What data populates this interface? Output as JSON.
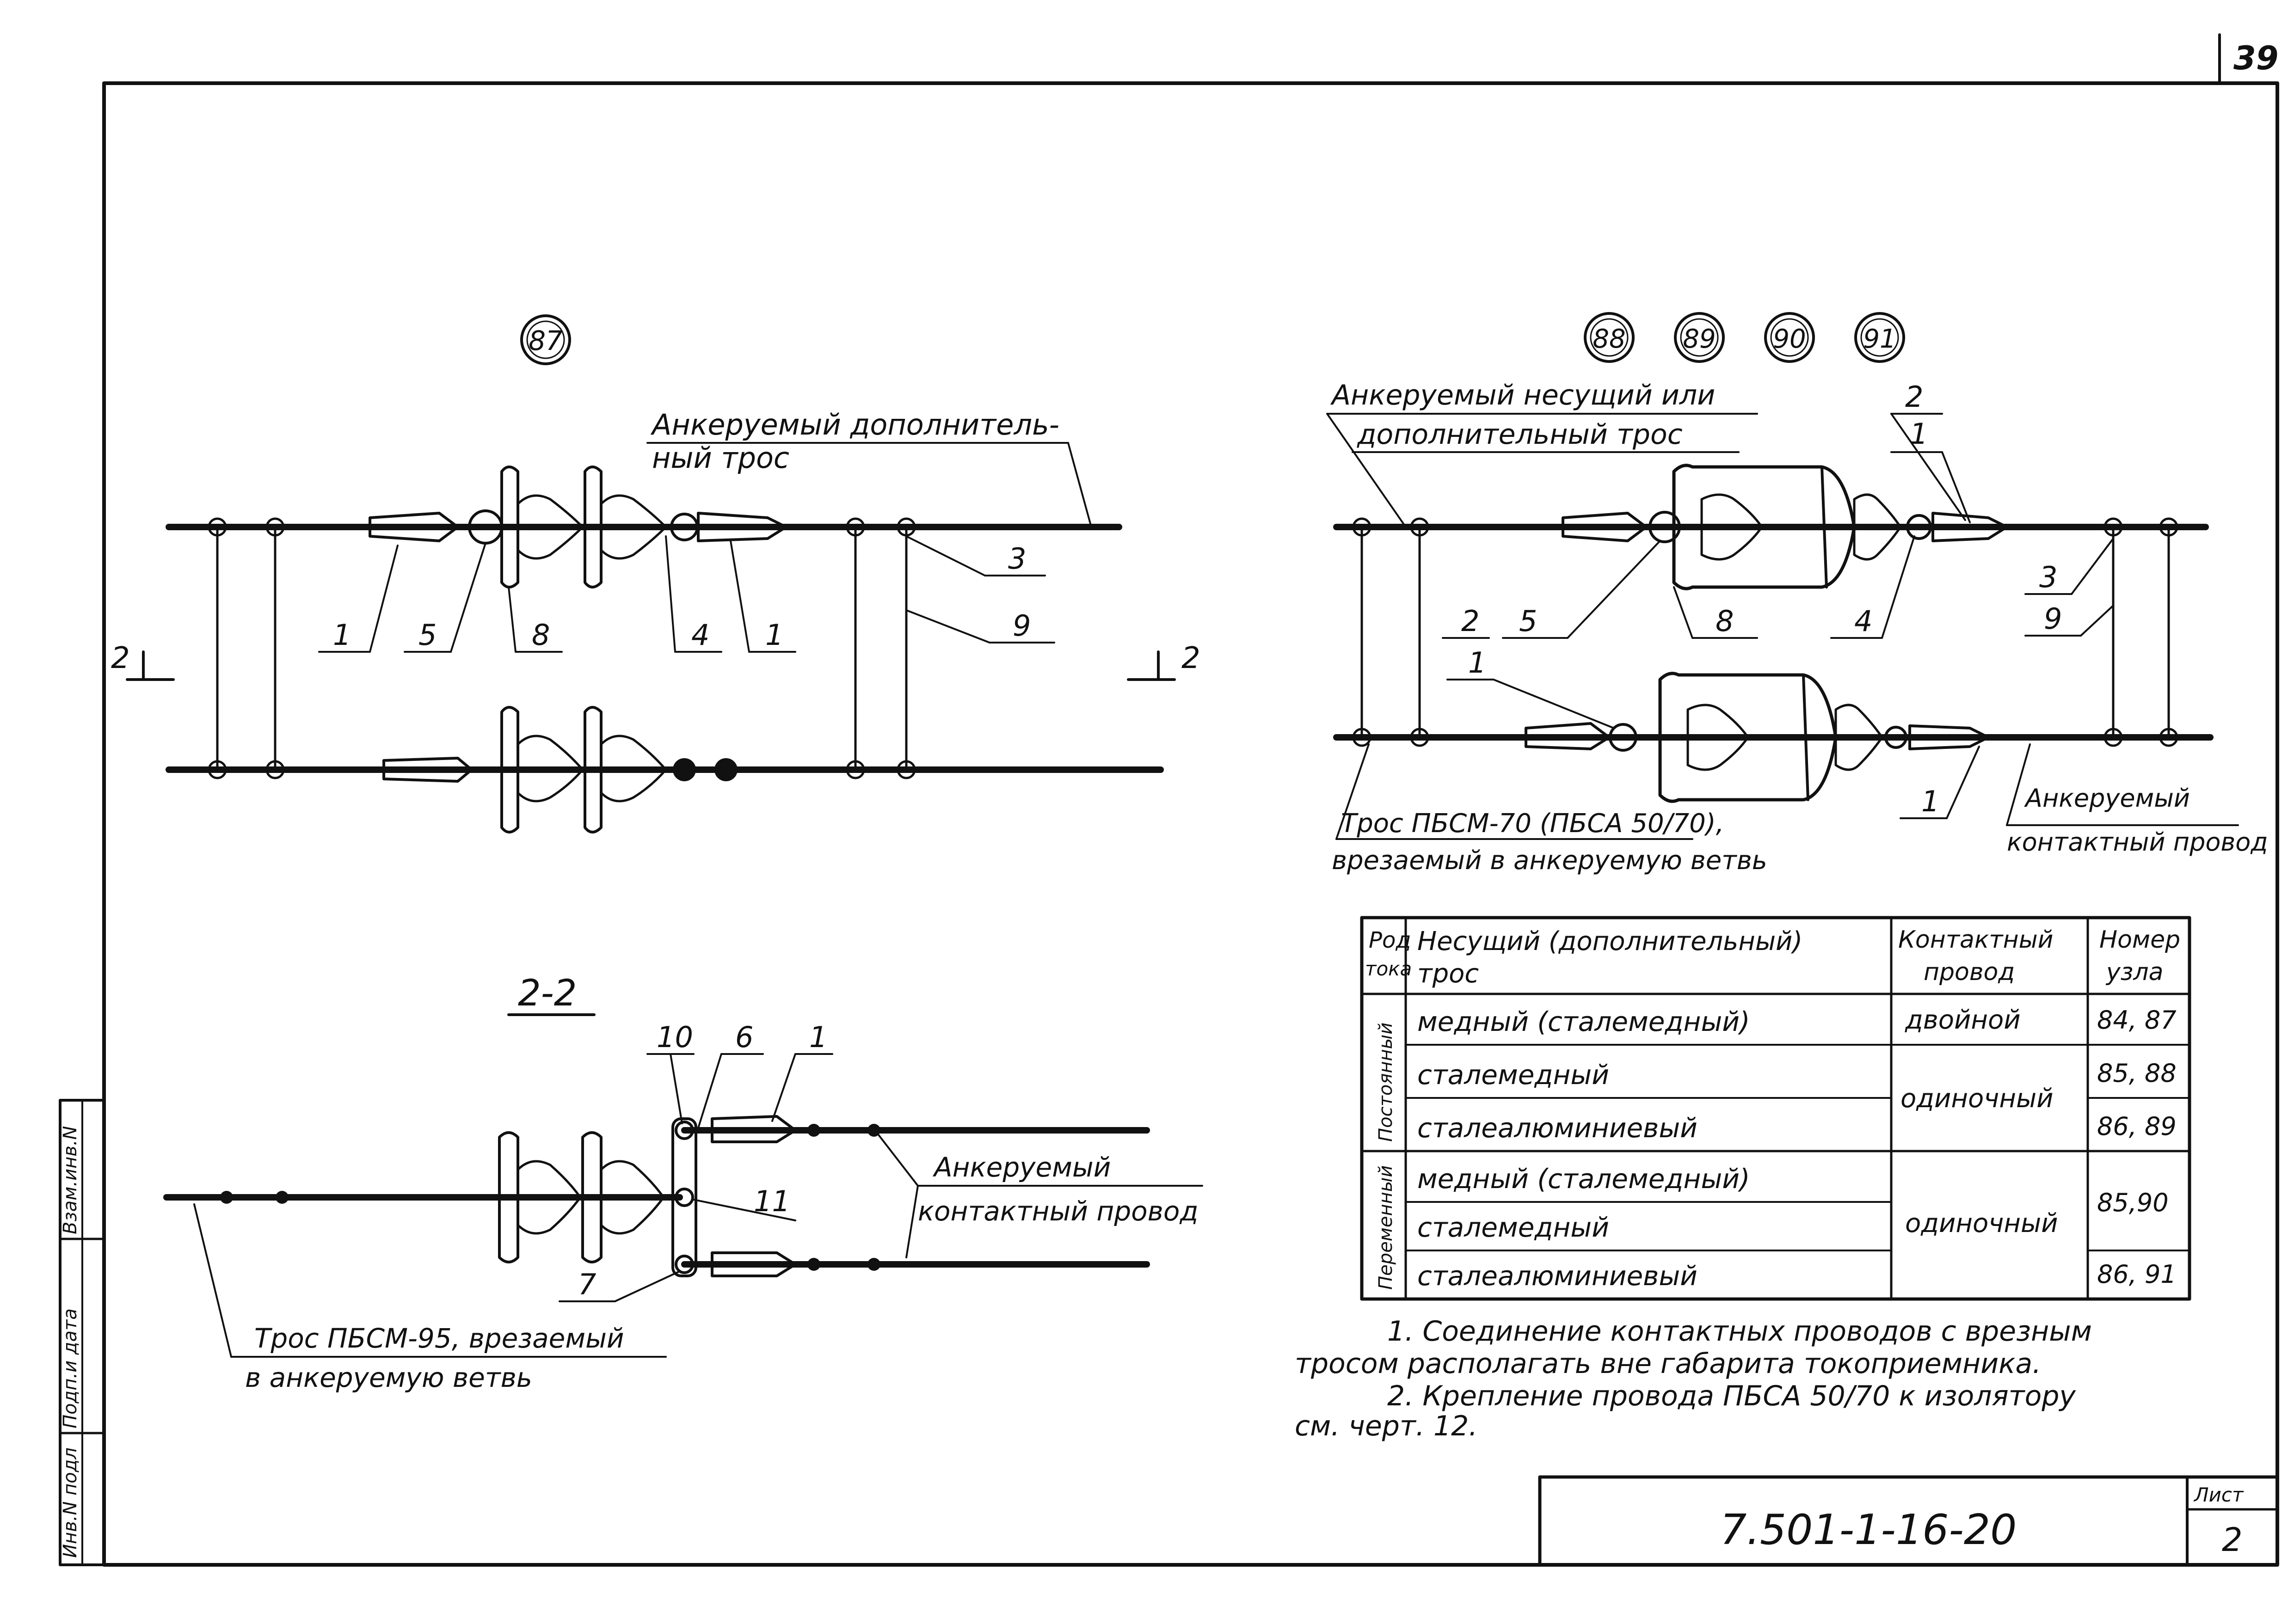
{
  "page": {
    "number": "39"
  },
  "title_block": {
    "code": "7.501-1-16-20",
    "sheet_label": "Лист",
    "sheet_number": "2"
  },
  "side_stamp": [
    "Инв.N подл",
    "Подп.и дата",
    "Взам.инв.N"
  ],
  "node_87": {
    "badge": "87",
    "label_line1": "Анкеруемый дополнитель-",
    "label_line2": "ный трос",
    "callouts": [
      "1",
      "5",
      "8",
      "4",
      "1",
      "3",
      "9"
    ],
    "section_mark": "2"
  },
  "nodes_88_91": {
    "badges": [
      "88",
      "89",
      "90",
      "91"
    ],
    "label_top_line1": "Анкеруемый несущий или",
    "label_top_line2": "дополнительный трос",
    "callouts_upper": [
      "2",
      "1",
      "5",
      "8",
      "4",
      "3",
      "9"
    ],
    "callouts_lower": [
      "2",
      "1",
      "1"
    ],
    "label_bottom_line1": "Трос ПБСМ-70 (ПБСА 50/70),",
    "label_bottom_line2": "врезаемый в анкеруемую ветвь",
    "label_wire_line1": "Анкеруемый",
    "label_wire_line2": "контактный провод"
  },
  "section_2_2": {
    "title": "2-2",
    "callouts": [
      "10",
      "6",
      "1",
      "11",
      "7"
    ],
    "label_wire_line1": "Анкеруемый",
    "label_wire_line2": "контактный провод",
    "label_cable_line1": "Трос ПБСМ-95, врезаемый",
    "label_cable_line2": "в анкеруемую ветвь"
  },
  "table": {
    "headers": {
      "kind_line1": "Род",
      "kind_line2": "тока",
      "carrier_line1": "Несущий (дополнительный)",
      "carrier_line2": "трос",
      "contact_line1": "Контактный",
      "contact_line2": "провод",
      "node_line1": "Номер",
      "node_line2": "узла"
    },
    "groups": [
      "Постоянный",
      "Переменный"
    ],
    "carriers": [
      "медный (сталемедный)",
      "сталемедный",
      "сталеалюминиевый",
      "медный (сталемедный)",
      "сталемедный",
      "сталеалюминиевый"
    ],
    "contacts": [
      "двойной",
      "одиночный",
      "одиночный"
    ],
    "nodes": [
      "84, 87",
      "85, 88",
      "86, 89",
      "85,90",
      "86, 91"
    ]
  },
  "notes": [
    "1. Соединение контактных проводов с врезным",
    "тросом располагать вне габарита токоприемника.",
    "2. Крепление провода ПБСА 50/70 к изолятору",
    "см. черт. 12."
  ]
}
